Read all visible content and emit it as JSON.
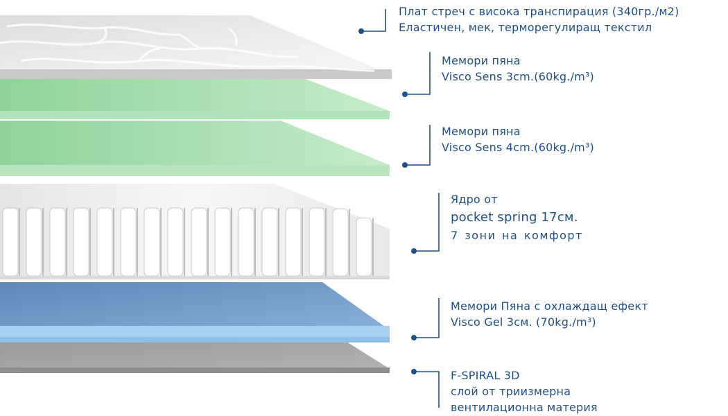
{
  "colors": {
    "label_text": "#1e4f8c",
    "connector": "#1e4f8c",
    "knit_top": "#e9e9e9",
    "knit_side": "#cfcfcf",
    "foam_green": "#a8e0b0",
    "foam_green_side": "#8fce99",
    "springs": "#f2f2f2",
    "gel_blue": "#6a95c4",
    "gel_blue_side": "#9ec7ea",
    "spiral_grey": "#a6a6a6"
  },
  "layers": [
    {
      "id": "knit",
      "lines": [
        "Плат стреч с висока транспирация (340гр./м2)",
        "Еластичен, мек, терморегулиращ текстил"
      ]
    },
    {
      "id": "memory-foam-3",
      "lines": [
        "Мемори пяна",
        "Visco Sens 3cm.(60kg./m³)"
      ]
    },
    {
      "id": "memory-foam-4",
      "lines": [
        "Мемори пяна",
        "Visco Sens 4cm.(60kg./m³)"
      ]
    },
    {
      "id": "pocket-spring",
      "lines": [
        "Ядро от",
        "pocket spring 17см.",
        "7 зони на комфорт"
      ]
    },
    {
      "id": "gel-foam",
      "lines": [
        "Мемори Пяна с охлаждащ ефект",
        "Visco Gel 3см. (70kg./m³)"
      ]
    },
    {
      "id": "f-spiral",
      "lines": [
        "F-SPIRAL 3D",
        "слой от триизмерна",
        "вентилационна материя"
      ]
    }
  ]
}
